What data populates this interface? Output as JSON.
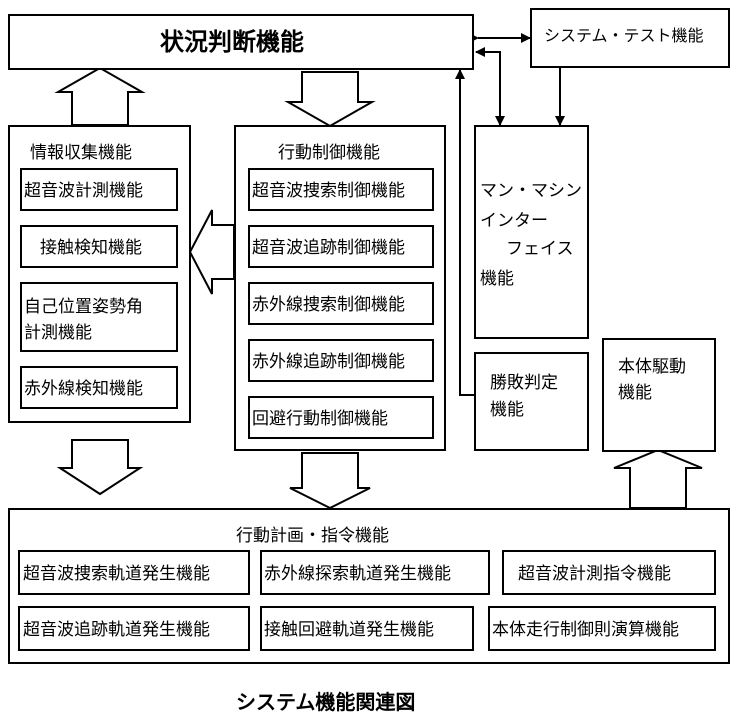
{
  "situation": {
    "label": "状況判断機能"
  },
  "system_test": {
    "label": "システム・テスト機能"
  },
  "info": {
    "title": "情報収集機能",
    "items": [
      "超音波計測機能",
      "接触検知機能",
      "自己位置姿勢角\n計測機能",
      "赤外線検知機能"
    ]
  },
  "control": {
    "title": "行動制御機能",
    "items": [
      "超音波捜索制御機能",
      "超音波追跡制御機能",
      "赤外線捜索制御機能",
      "赤外線追跡制御機能",
      "回避行動制御機能"
    ]
  },
  "mmi": {
    "line1": "マン・マシン",
    "line2": "インター",
    "line3": "フェイス",
    "line4": "機能"
  },
  "judge": {
    "label": "勝敗判定\n機能"
  },
  "body_drive": {
    "label": "本体駆動\n機能"
  },
  "planning": {
    "title": "行動計画・指令機能",
    "items": [
      "超音波捜索軌道発生機能",
      "赤外線探索軌道発生機能",
      "超音波計測指令機能",
      "超音波追跡軌道発生機能",
      "接触回避軌道発生機能",
      "本体走行制御則演算機能"
    ]
  },
  "caption": "システム機能関連図"
}
